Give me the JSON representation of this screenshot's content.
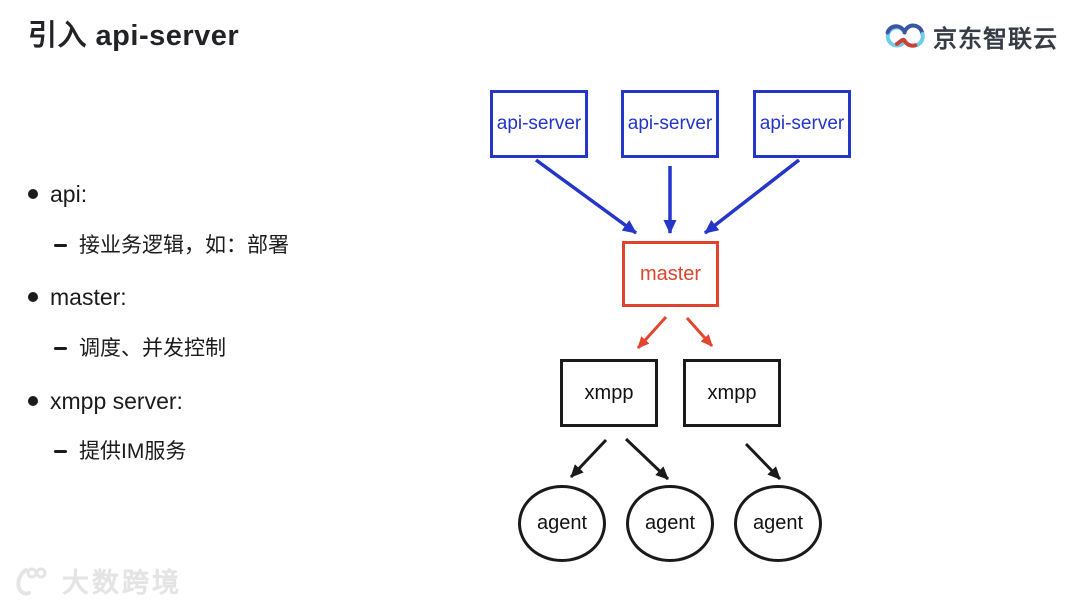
{
  "slide": {
    "title": "引入 api-server"
  },
  "logo": {
    "text": "京东智联云",
    "icon": "jd-cloud-infinity-icon",
    "colors": {
      "navy": "#3A55A5",
      "cyan": "#6FCDE9",
      "red": "#C8413B"
    }
  },
  "bullets": [
    {
      "label": "api:",
      "sub": "接业务逻辑，如：部署"
    },
    {
      "label": "master:",
      "sub": "调度、并发控制"
    },
    {
      "label": "xmpp server:",
      "sub": "提供IM服务"
    }
  ],
  "diagram": {
    "api_server_labels": [
      "api-server",
      "api-server",
      "api-server"
    ],
    "master_label": "master",
    "xmpp_labels": [
      "xmpp",
      "xmpp"
    ],
    "agent_labels": [
      "agent",
      "agent",
      "agent"
    ],
    "edges": [
      "api-server-1 -> master",
      "api-server-2 -> master",
      "api-server-3 -> master",
      "master -> xmpp-1",
      "master -> xmpp-2",
      "xmpp-1 -> agent-1",
      "xmpp-1 -> agent-2",
      "xmpp-2 -> agent-3"
    ],
    "colors": {
      "blue": "#2435C9",
      "red": "#E2462E",
      "black": "#1a1a1a"
    }
  },
  "watermark": {
    "text": "大数跨境",
    "icon": "100-swoosh-icon"
  }
}
